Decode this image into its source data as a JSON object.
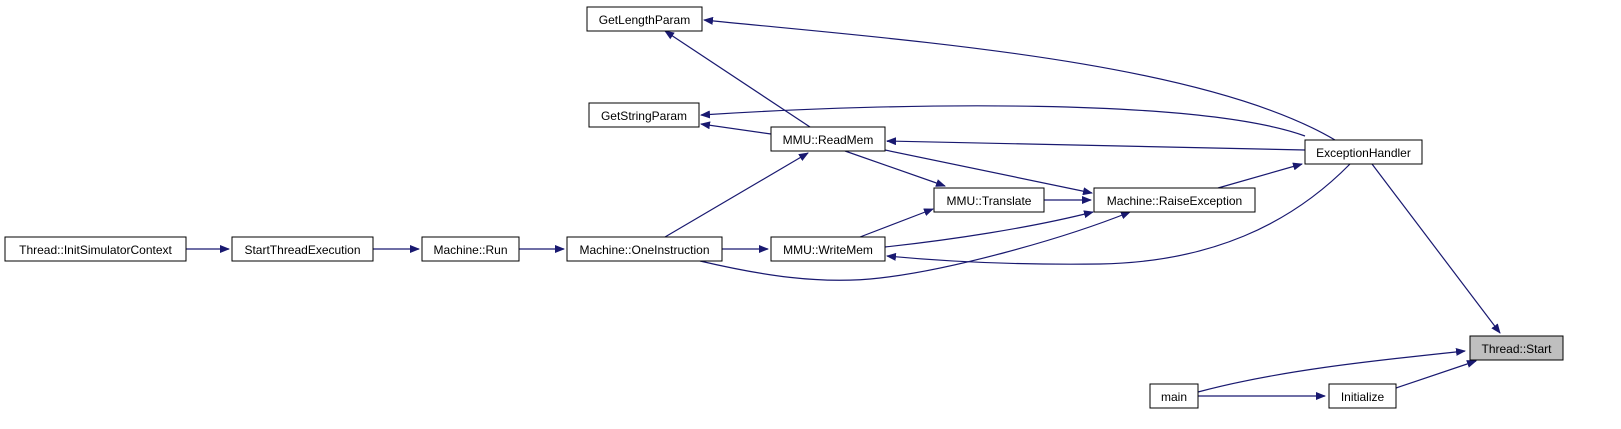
{
  "diagram": {
    "type": "call-graph",
    "edge_color": "#191970",
    "highlight_fill": "#bfbfbf",
    "nodes": [
      {
        "id": "thread_start",
        "label": "Thread::Start",
        "highlight": true
      },
      {
        "id": "exception_handler",
        "label": "ExceptionHandler"
      },
      {
        "id": "initialize",
        "label": "Initialize"
      },
      {
        "id": "main",
        "label": "main"
      },
      {
        "id": "get_length_param",
        "label": "GetLengthParam"
      },
      {
        "id": "get_string_param",
        "label": "GetStringParam"
      },
      {
        "id": "mmu_readmem",
        "label": "MMU::ReadMem"
      },
      {
        "id": "mmu_translate",
        "label": "MMU::Translate"
      },
      {
        "id": "machine_raiseexception",
        "label": "Machine::RaiseException"
      },
      {
        "id": "mmu_writemem",
        "label": "MMU::WriteMem"
      },
      {
        "id": "machine_oneinstruction",
        "label": "Machine::OneInstruction"
      },
      {
        "id": "machine_run",
        "label": "Machine::Run"
      },
      {
        "id": "start_thread_execution",
        "label": "StartThreadExecution"
      },
      {
        "id": "thread_initsimulatorcontext",
        "label": "Thread::InitSimulatorContext"
      }
    ],
    "edges": [
      {
        "from": "exception_handler",
        "to": "thread_start"
      },
      {
        "from": "main",
        "to": "thread_start"
      },
      {
        "from": "initialize",
        "to": "thread_start"
      },
      {
        "from": "main",
        "to": "initialize"
      },
      {
        "from": "exception_handler",
        "to": "get_length_param"
      },
      {
        "from": "exception_handler",
        "to": "get_string_param"
      },
      {
        "from": "exception_handler",
        "to": "mmu_readmem"
      },
      {
        "from": "exception_handler",
        "to": "mmu_writemem"
      },
      {
        "from": "machine_raiseexception",
        "to": "exception_handler"
      },
      {
        "from": "mmu_readmem",
        "to": "get_length_param"
      },
      {
        "from": "mmu_readmem",
        "to": "get_string_param"
      },
      {
        "from": "mmu_readmem",
        "to": "mmu_translate"
      },
      {
        "from": "mmu_readmem",
        "to": "machine_raiseexception"
      },
      {
        "from": "mmu_translate",
        "to": "machine_raiseexception"
      },
      {
        "from": "mmu_writemem",
        "to": "mmu_translate"
      },
      {
        "from": "mmu_writemem",
        "to": "machine_raiseexception"
      },
      {
        "from": "machine_oneinstruction",
        "to": "mmu_readmem"
      },
      {
        "from": "machine_oneinstruction",
        "to": "mmu_writemem"
      },
      {
        "from": "machine_oneinstruction",
        "to": "machine_raiseexception"
      },
      {
        "from": "machine_run",
        "to": "machine_oneinstruction"
      },
      {
        "from": "start_thread_execution",
        "to": "machine_run"
      },
      {
        "from": "thread_initsimulatorcontext",
        "to": "start_thread_execution"
      }
    ]
  }
}
